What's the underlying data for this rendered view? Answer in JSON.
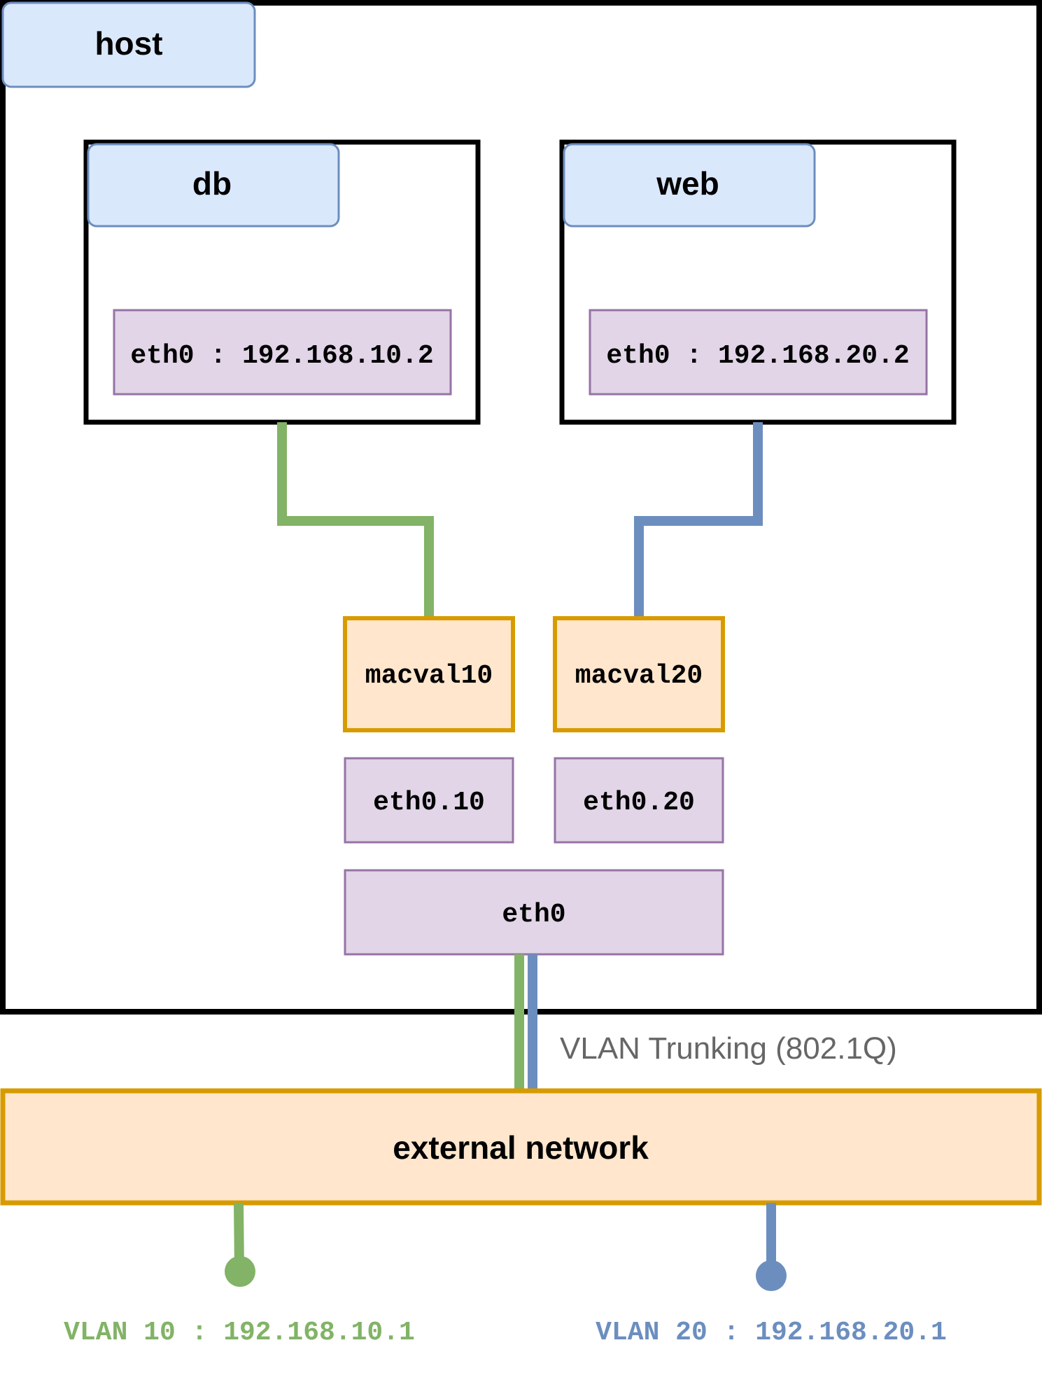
{
  "host": {
    "label": "host"
  },
  "containers": {
    "db": {
      "label": "db",
      "interface": "eth0 : 192.168.10.2"
    },
    "web": {
      "label": "web",
      "interface": "eth0 : 192.168.20.2"
    }
  },
  "macvlans": {
    "vlan10": "macval10",
    "vlan20": "macval20"
  },
  "subinterfaces": {
    "vlan10": "eth0.10",
    "vlan20": "eth0.20"
  },
  "host_nic": {
    "label": "eth0"
  },
  "trunk": {
    "label": "VLAN Trunking (802.1Q)"
  },
  "external": {
    "label": "external network"
  },
  "gateways": {
    "vlan10": "VLAN 10 : 192.168.10.1",
    "vlan20": "VLAN 20 : 192.168.20.1"
  },
  "colors": {
    "vlan10_green": "#82b366",
    "vlan20_blue": "#6c8ebf",
    "label_fill": "#dae8fc",
    "label_stroke": "#6c8ebf",
    "iface_fill": "#e1d5e7",
    "iface_stroke": "#9673a6",
    "orange_fill": "#ffe6cc",
    "orange_stroke": "#d79b00",
    "trunk_text": "#666666"
  }
}
